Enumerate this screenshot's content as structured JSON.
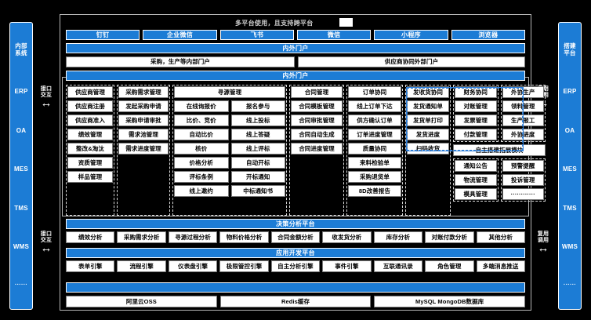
{
  "title": {
    "text": "多平台使用，且支持跨平台",
    "accent": "#1c7cd5"
  },
  "left_rail": {
    "items": [
      {
        "label": "内部\n系统"
      },
      {
        "label": "ERP"
      },
      {
        "label": "OA"
      },
      {
        "label": "MES"
      },
      {
        "label": "TMS"
      },
      {
        "label": "WMS"
      },
      {
        "label": "······"
      }
    ]
  },
  "right_rail": {
    "items": [
      {
        "label": "搭建\n平台"
      },
      {
        "label": "ERP"
      },
      {
        "label": "OA"
      },
      {
        "label": "MES"
      },
      {
        "label": "TMS"
      },
      {
        "label": "WMS"
      },
      {
        "label": "······"
      }
    ]
  },
  "connectors": {
    "left_top": {
      "label": "接口\n交互",
      "arrow": "↔"
    },
    "left_bottom": {
      "label": "接口\n交互",
      "arrow": "↔"
    },
    "right_top": {
      "label": "复用\n调用",
      "arrow": "↔"
    },
    "right_bottom": {
      "label": "复用\n调用",
      "arrow": "↔"
    }
  },
  "platforms": [
    {
      "label": "钉钉"
    },
    {
      "label": "企业微信"
    },
    {
      "label": "飞书"
    },
    {
      "label": "微信"
    },
    {
      "label": "小程序"
    },
    {
      "label": "浏览器"
    }
  ],
  "portal": {
    "bar_top": "内外门户",
    "internal": "采购，生产等内部门户",
    "external": "供应商协同外部门户",
    "bar_bottom": "内外门户"
  },
  "modules": [
    {
      "header": "供应商管理",
      "items": [
        "供应商注册",
        "供应商准入",
        "绩效管理",
        "整改&淘汰",
        "资质管理",
        "样品管理"
      ]
    },
    {
      "header": "采购需求管理",
      "items": [
        "发起采购申请",
        "采购申请审批",
        "需求池管理",
        "需求进度管理"
      ]
    },
    {
      "header": "寻源管理",
      "split": true,
      "left_items": [
        "在线询报价",
        "比价、竞价",
        "自动比价",
        "核价",
        "价格分析",
        "评标条例",
        "线上邀约"
      ],
      "right_items": [
        "报名参与",
        "线上投标",
        "线上答疑",
        "线上评标",
        "自动开标",
        "开标通知",
        "中标通知书"
      ]
    },
    {
      "header": "合同管理",
      "items": [
        "合同模板管理",
        "合同审批管理",
        "合同自动生成",
        "合同进度管理"
      ]
    },
    {
      "header": "订单协同",
      "items": [
        "线上订单下达",
        "供方确认订单",
        "订单进度管理",
        "质量协同",
        "来料检验单",
        "采购退货单",
        "8D改善报告"
      ]
    },
    {
      "header": "发收货协同",
      "items": [
        "发货通知单",
        "发货单打印",
        "发货进度",
        "扫码收货"
      ]
    },
    {
      "header": "财务协同",
      "highlight": true,
      "items": [
        "对账管理",
        "发票管理",
        "付款管理"
      ]
    },
    {
      "header": "外协生产",
      "highlight": true,
      "items": [
        "领料管理",
        "生产报工",
        "外协进度"
      ]
    }
  ],
  "extension": {
    "header": "自主搭建拓展模块",
    "left_items": [
      "通知公告",
      "物流管理",
      "模具管理"
    ],
    "right_items": [
      "预警提醒",
      "投诉管理",
      "············"
    ]
  },
  "decision_platform": {
    "title": "决策分析平台",
    "items": [
      "绩效分析",
      "采购需求分析",
      "寻源过程分析",
      "物料价格分析",
      "合同金额分析",
      "收发货分析",
      "库存分析",
      "对账付款分析",
      "其他分析"
    ]
  },
  "app_platform": {
    "title": "应用开发平台",
    "items": [
      "表单引擎",
      "流程引擎",
      "仪表盘引擎",
      "极限管控引擎",
      "自主分析引擎",
      "事件引擎",
      "互联通讯录",
      "角色管理",
      "多端消息推送"
    ]
  },
  "infrastructure": {
    "bar_title": "",
    "items": [
      "阿里云OSS",
      "Redis缓存",
      "MySQL MongoDB数据库"
    ]
  }
}
